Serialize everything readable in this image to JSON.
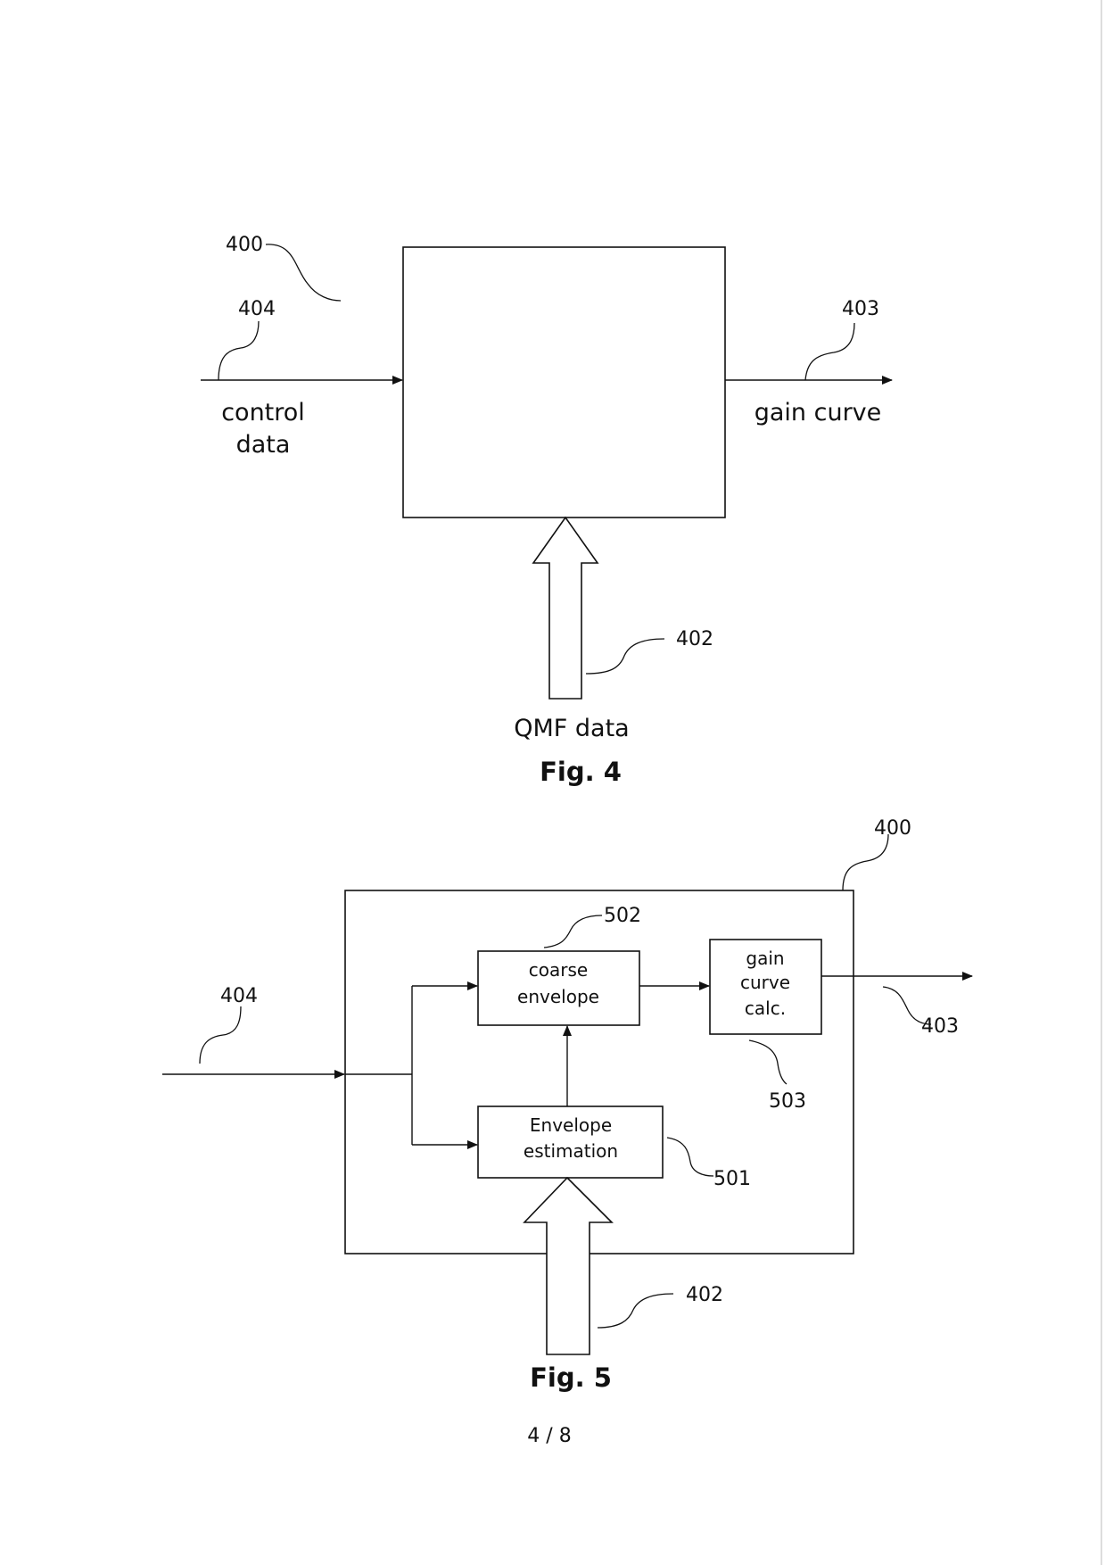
{
  "fig4": {
    "caption": "Fig. 4",
    "ref_block": "400",
    "ref_input": "404",
    "ref_output": "403",
    "ref_qmf": "402",
    "input_label_line1": "control",
    "input_label_line2": "data",
    "output_label": "gain curve",
    "qmf_label": "QMF data"
  },
  "fig5": {
    "caption": "Fig. 5",
    "ref_block": "400",
    "ref_input": "404",
    "ref_output": "403",
    "ref_qmf": "402",
    "ref_coarse": "502",
    "ref_gain": "503",
    "ref_estimation": "501",
    "coarse_line1": "coarse",
    "coarse_line2": "envelope",
    "gain_line1": "gain",
    "gain_line2": "curve",
    "gain_line3": "calc.",
    "est_line1": "Envelope",
    "est_line2": "estimation"
  },
  "page_number": "4 / 8"
}
